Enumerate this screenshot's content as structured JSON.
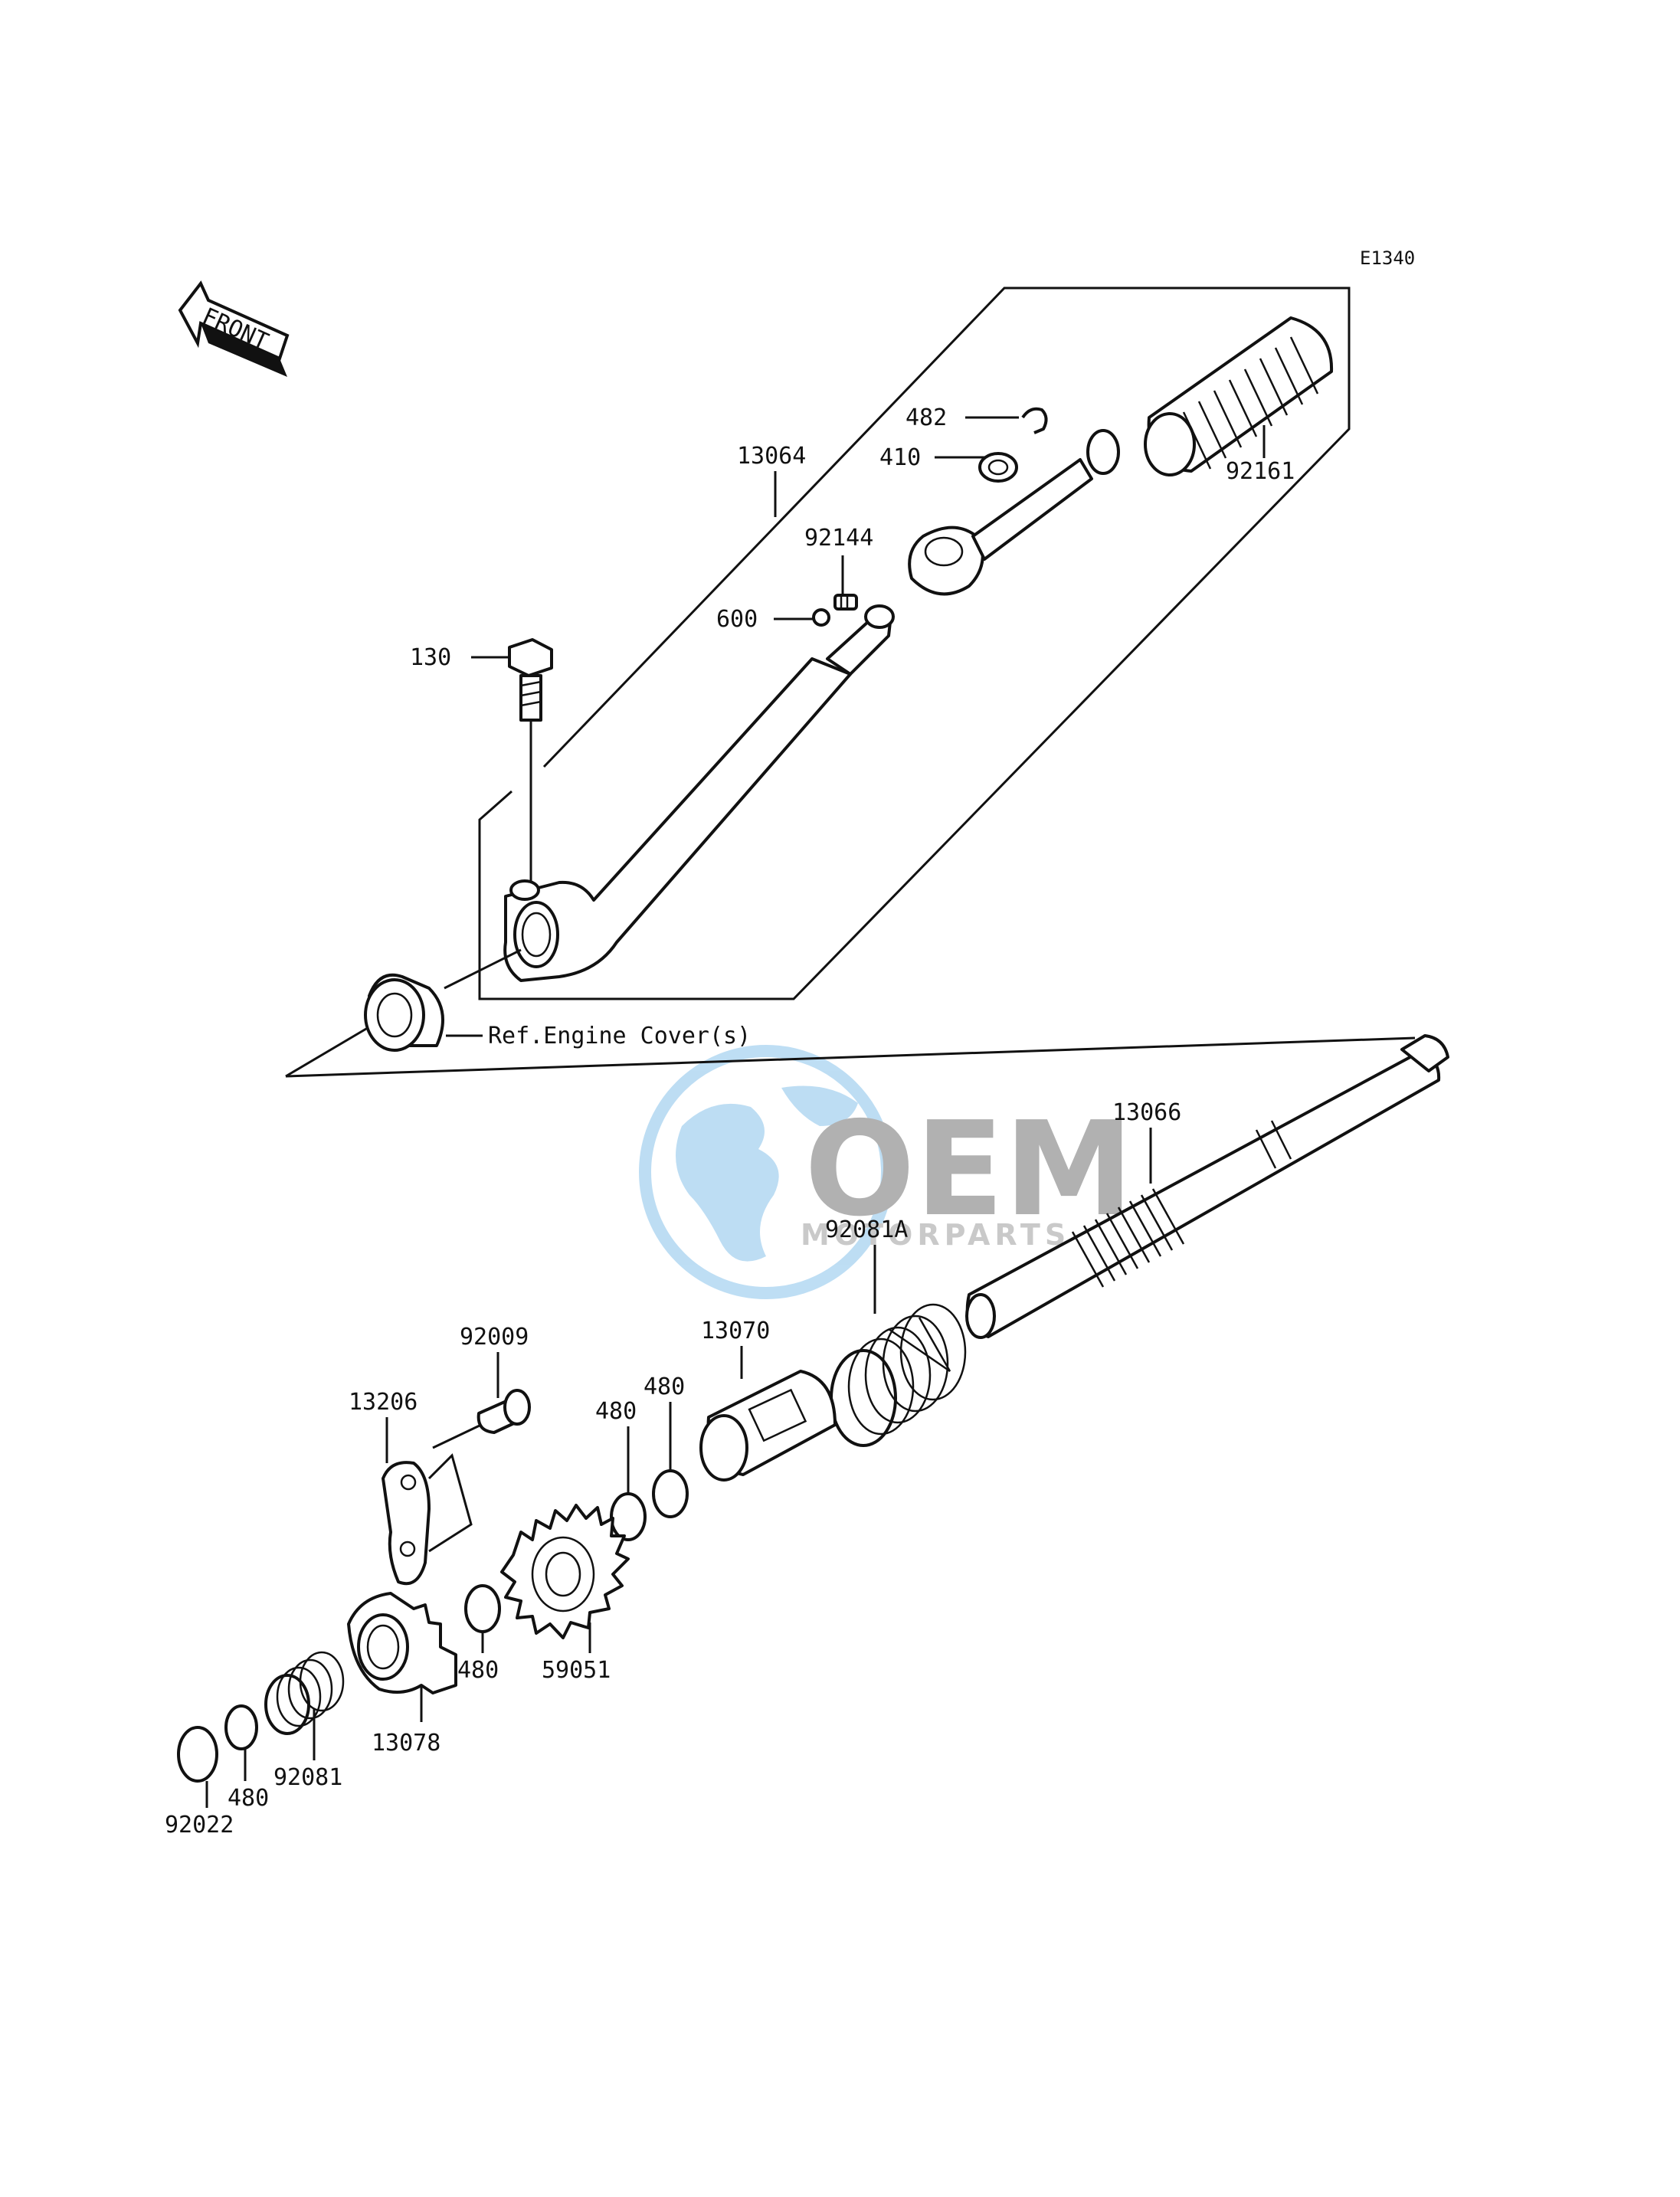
{
  "diagram_code": "E1340",
  "front_label": "FRONT",
  "reference_note": "Ref.Engine Cover(s)",
  "watermark": {
    "main": "OEM",
    "sub": "MOTORPARTS",
    "color": "#6fb6e6"
  },
  "callouts": {
    "c13064": "13064",
    "c482": "482",
    "c410": "410",
    "c92161": "92161",
    "c92144": "92144",
    "c600": "600",
    "c130": "130",
    "c13066": "13066",
    "c92081a": "92081A",
    "c92009": "92009",
    "c13206": "13206",
    "c13070": "13070",
    "c480a": "480",
    "c480b": "480",
    "c480c": "480",
    "c480d": "480",
    "c59051": "59051",
    "c13078": "13078",
    "c92081": "92081",
    "c92022": "92022"
  }
}
